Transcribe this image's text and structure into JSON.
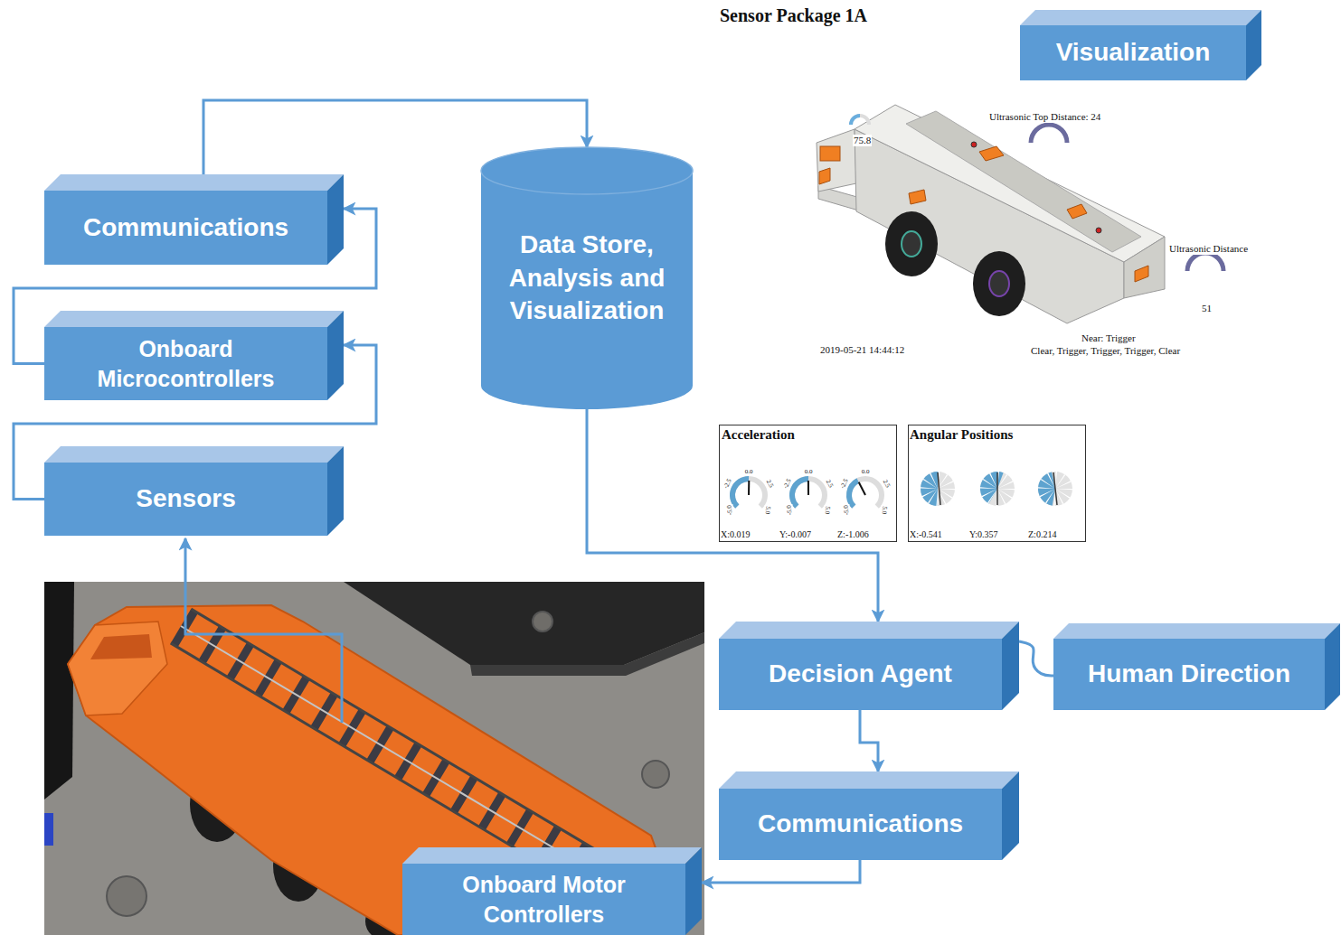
{
  "diagram": {
    "nodes": [
      {
        "text": [
          "Communications"
        ]
      },
      {
        "text": [
          "Onboard Microcontrollers"
        ]
      },
      {
        "text": [
          "Sensors"
        ]
      },
      {
        "text": [
          "Data Store, Analysis and Visualization"
        ]
      },
      {
        "text": [
          "Visualization"
        ]
      },
      {
        "text": [
          "Acceleration",
          "X:0.019",
          "Y:-0.007",
          "Z:-1.006"
        ]
      },
      {
        "text": [
          "Angular Positions",
          "X:-0.541",
          "Y:0.357",
          "Z:0.214"
        ]
      },
      {
        "text": [
          "Decision Agent"
        ]
      },
      {
        "text": [
          "Human Direction"
        ]
      },
      {
        "text": [
          "Communications"
        ]
      },
      {
        "text": [
          "Onboard Motor Controllers"
        ]
      }
    ],
    "edges": [
      {
        "from": 2,
        "to": 1,
        "arrow": "to"
      },
      {
        "from": 1,
        "to": 0,
        "arrow": "to"
      },
      {
        "from": 0,
        "to": 3,
        "arrow": "to"
      },
      {
        "from": 3,
        "to": 7,
        "arrow": "to"
      },
      {
        "from": 7,
        "to": 8,
        "arrow": "none"
      },
      {
        "from": 7,
        "to": 9,
        "arrow": "to"
      },
      {
        "from": 9,
        "to": 10,
        "arrow": "to"
      }
    ],
    "labels": [
      "Sensor Package 1A",
      "75.8",
      "Ultrasonic Top Distance: 24",
      "Ultrasonic Distance",
      "51",
      "2019-05-21 14:44:12",
      "Near: Trigger",
      "Clear, Trigger, Trigger, Trigger, Clear",
      "-5.0",
      "-2.5",
      "0.0",
      "2.5",
      "5.0",
      "-5.0",
      "-2.5",
      "0.0",
      "2.5",
      "5.0",
      "-5.0",
      "-2.5",
      "0.0",
      "2.5",
      "5.0"
    ]
  }
}
